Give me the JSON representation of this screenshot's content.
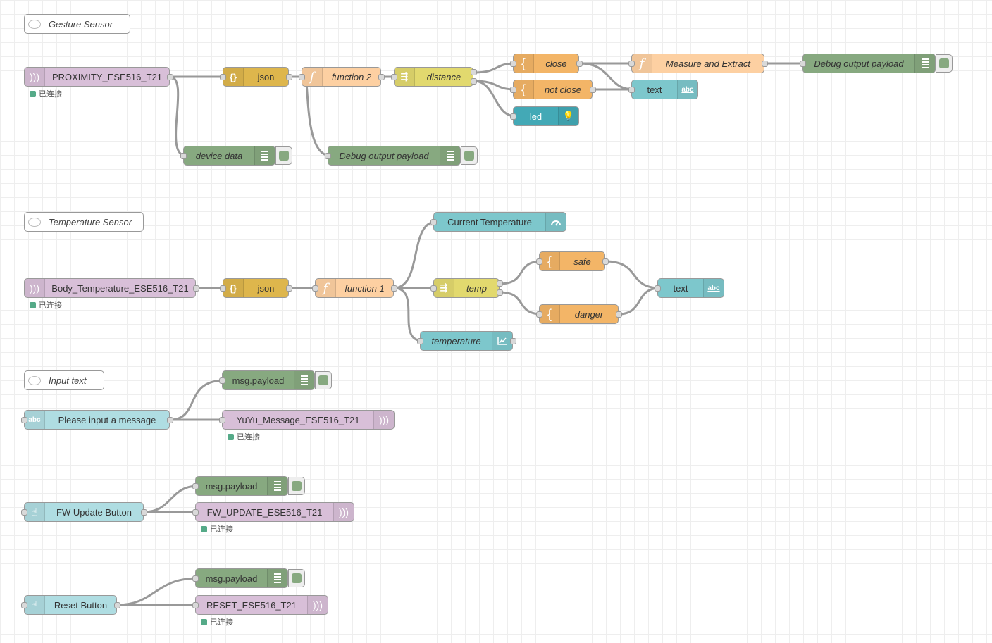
{
  "canvas": {
    "grid_color": "#eeeeee",
    "wire_color": "#999999",
    "status_label": "已连接"
  },
  "colors": {
    "mqtt": "#d8bfd8",
    "json": "#deb64c",
    "function": "#fdd0a2",
    "switch": "#e2d96e",
    "change": "#f3b567",
    "ui_text": "#7dc7cc",
    "ui_led": "#43a9b6",
    "debug": "#87a980",
    "ui_input": "#afdde2",
    "status_connected": "#5a8"
  },
  "comments": {
    "gesture": "Gesture Sensor",
    "temperature": "Temperature Sensor",
    "input": "Input text"
  },
  "gesture_flow": {
    "mqtt_in": "PROXIMITY_ESE516_T21",
    "json": "json",
    "function": "function 2",
    "switch": "distance",
    "close": "close",
    "not_close": "not close",
    "led": "led",
    "measure": "Measure and Extract",
    "text": "text",
    "debug_right": "Debug output payload",
    "debug_device": "device data",
    "debug_mid": "Debug output payload"
  },
  "temperature_flow": {
    "mqtt_in": "Body_Temperature_ESE516_T21",
    "json": "json",
    "function": "function 1",
    "gauge": "Current Temperature",
    "switch": "temp",
    "safe": "safe",
    "danger": "danger",
    "text": "text",
    "chart": "temperature"
  },
  "input_flow": {
    "text_input": "Please input a message",
    "debug": "msg.payload",
    "mqtt_out": "YuYu_Message_ESE516_T21"
  },
  "fw_flow": {
    "button": "FW Update Button",
    "debug": "msg.payload",
    "mqtt_out": "FW_UPDATE_ESE516_T21"
  },
  "reset_flow": {
    "button": "Reset Button",
    "debug": "msg.payload",
    "mqtt_out": "RESET_ESE516_T21"
  }
}
